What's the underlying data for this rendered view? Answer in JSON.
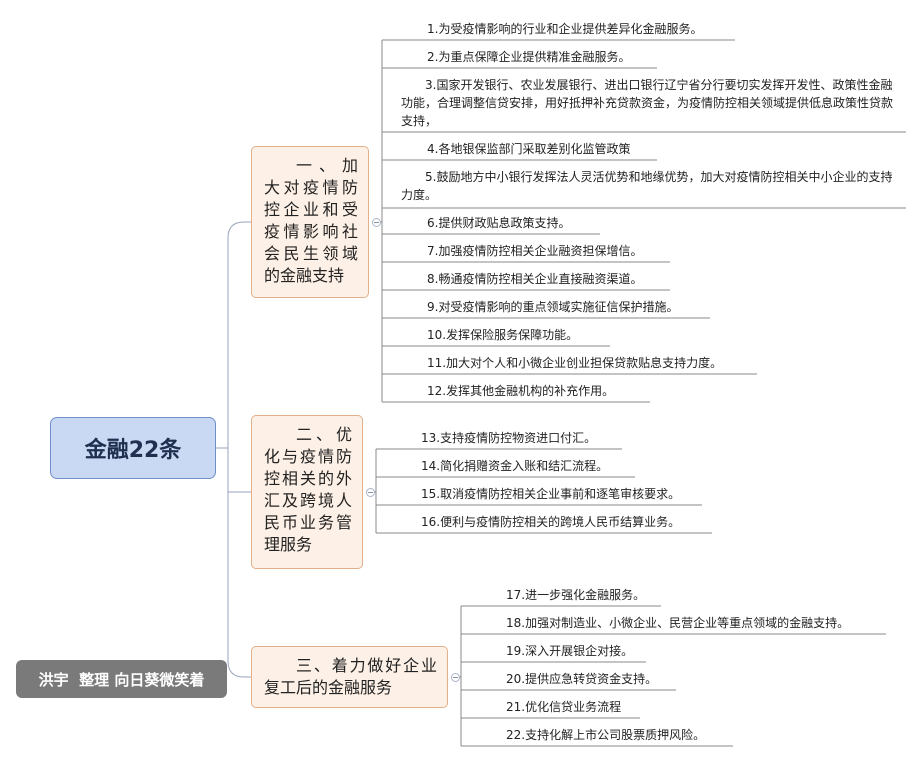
{
  "root": {
    "title": "金融22条"
  },
  "credit": "洪宇  整理 向日葵微笑着",
  "branches": [
    {
      "label": "一、加大对疫情防控企业和受疫情影响社会民生领域的金融支持"
    },
    {
      "label": "二、优化与疫情防控相关的外汇及跨境人民币业务管理服务"
    },
    {
      "label": "三、着力做好企业复工后的金融服务"
    }
  ],
  "items": [
    "1.为受疫情影响的行业和企业提供差异化金融服务。",
    "2.为重点保障企业提供精准金融服务。",
    "3.国家开发银行、农业发展银行、进出口银行辽宁省分行要切实发挥开发性、政策性金融功能，合理调整信贷安排，用好抵押补充贷款资金，为疫情防控相关领域提供低息政策性贷款支持，",
    "4.各地银保监部门采取差别化监管政策",
    "5.鼓励地方中小银行发挥法人灵活优势和地缘优势，加大对疫情防控相关中小企业的支持力度。",
    "6.提供财政贴息政策支持。",
    "7.加强疫情防控相关企业融资担保增信。",
    "8.畅通疫情防控相关企业直接融资渠道。",
    "9.对受疫情影响的重点领域实施征信保护措施。",
    "10.发挥保险服务保障功能。",
    "11.加大对个人和小微企业创业担保贷款贴息支持力度。",
    "12.发挥其他金融机构的补充作用。",
    "13.支持疫情防控物资进口付汇。",
    "14.简化捐赠资金入账和结汇流程。",
    "15.取消疫情防控相关企业事前和逐笔审核要求。",
    "16.便利与疫情防控相关的跨境人民币结算业务。",
    "17.进一步强化金融服务。",
    "18.加强对制造业、小微企业、民营企业等重点领域的金融支持。",
    "19.深入开展银企对接。",
    "20.提供应急转贷资金支持。",
    "21.优化信贷业务流程",
    "22.支持化解上市公司股票质押风险。"
  ]
}
